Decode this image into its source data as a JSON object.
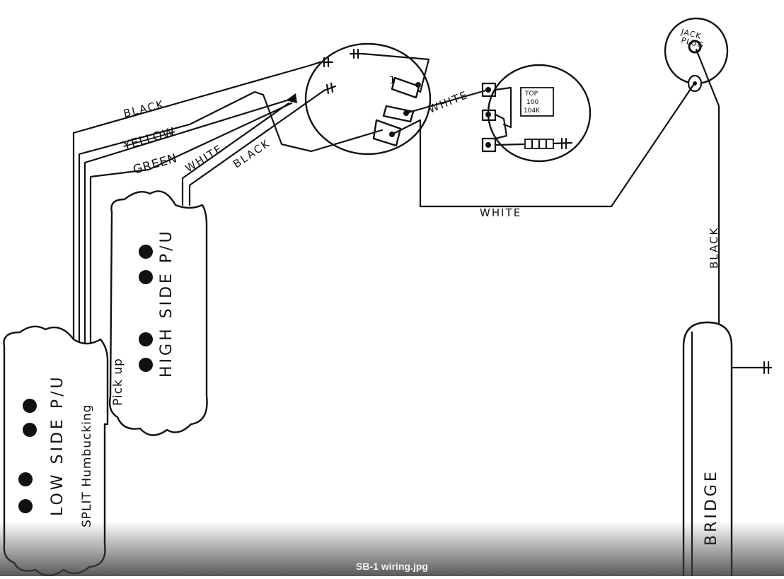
{
  "diagram": {
    "wire_labels": {
      "black_top": "BLACK",
      "yellow": "YELLOW",
      "green": "GREEN",
      "white_left": "WHITE",
      "black_mid": "BLACK",
      "white_switch": "WHITE",
      "white_bottom": "WHITE",
      "black_right": "BLACK"
    },
    "components": {
      "jack_line1": "JACK",
      "jack_line2": "PLUG",
      "tone_line1": "TOP",
      "tone_line2": "100",
      "tone_line3": "104K",
      "bridge": "BRIDGE"
    },
    "pickup": {
      "high_side": "HIGH SIDE P/U",
      "low_side": "LOW SIDE P/U",
      "split_humbucking": "SPLIT Humbucking",
      "pick_up": "Pick up"
    }
  },
  "caption": "SB-1 wiring.jpg"
}
